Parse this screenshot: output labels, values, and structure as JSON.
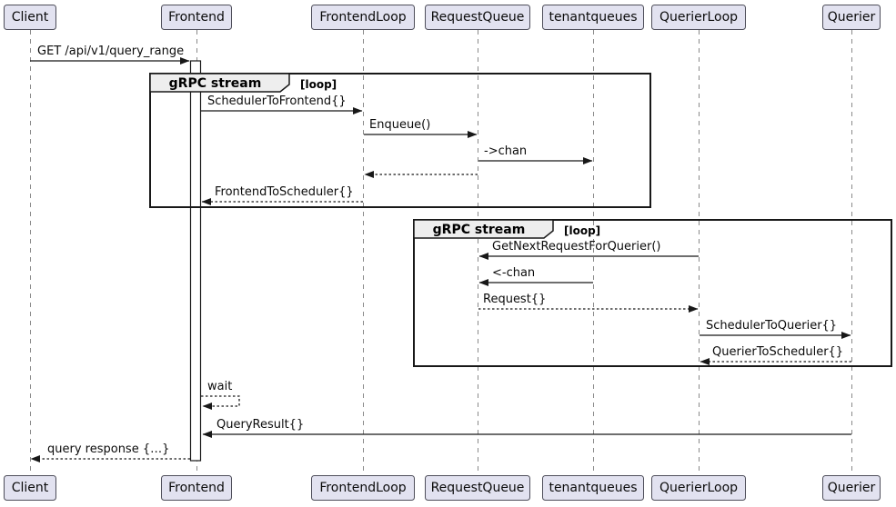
{
  "diagram": {
    "participants": [
      {
        "name": "Client"
      },
      {
        "name": "Frontend"
      },
      {
        "name": "FrontendLoop"
      },
      {
        "name": "RequestQueue"
      },
      {
        "name": "tenantqueues"
      },
      {
        "name": "QuerierLoop"
      },
      {
        "name": "Querier"
      }
    ],
    "fragments": [
      {
        "label": "gRPC stream",
        "condition": "[loop]"
      },
      {
        "label": "gRPC stream",
        "condition": "[loop]"
      }
    ],
    "messages": [
      {
        "label": "GET /api/v1/query_range",
        "from": "Client",
        "to": "Frontend",
        "line": "solid"
      },
      {
        "label": "SchedulerToFrontend{}",
        "from": "Frontend",
        "to": "FrontendLoop",
        "line": "solid"
      },
      {
        "label": "Enqueue()",
        "from": "FrontendLoop",
        "to": "RequestQueue",
        "line": "solid"
      },
      {
        "label": "->chan",
        "from": "RequestQueue",
        "to": "tenantqueues",
        "line": "solid"
      },
      {
        "label": "",
        "from": "RequestQueue",
        "to": "FrontendLoop",
        "line": "dashed"
      },
      {
        "label": "FrontendToScheduler{}",
        "from": "FrontendLoop",
        "to": "Frontend",
        "line": "dashed"
      },
      {
        "label": "GetNextRequestForQuerier()",
        "from": "QuerierLoop",
        "to": "RequestQueue",
        "line": "solid"
      },
      {
        "label": "<-chan",
        "from": "tenantqueues",
        "to": "RequestQueue",
        "line": "solid"
      },
      {
        "label": "Request{}",
        "from": "RequestQueue",
        "to": "QuerierLoop",
        "line": "dashed"
      },
      {
        "label": "SchedulerToQuerier{}",
        "from": "QuerierLoop",
        "to": "Querier",
        "line": "solid"
      },
      {
        "label": "QuerierToScheduler{}",
        "from": "Querier",
        "to": "QuerierLoop",
        "line": "dashed"
      },
      {
        "label": "wait",
        "from": "Frontend",
        "to": "Frontend",
        "line": "dashed"
      },
      {
        "label": "QueryResult{}",
        "from": "Querier",
        "to": "Frontend",
        "line": "solid"
      },
      {
        "label": "query response {…}",
        "from": "Frontend",
        "to": "Client",
        "line": "dashed"
      }
    ],
    "colors": {
      "background": "#FFFFFF",
      "participant_fill": "#E2E2F0",
      "participant_border": "#4E4E5A",
      "lifeline": "#8A8A8A",
      "arrow": "#181818",
      "fragment_border": "#181818",
      "fragment_header_fill": "#EEEEEE",
      "text": "#111111"
    }
  }
}
